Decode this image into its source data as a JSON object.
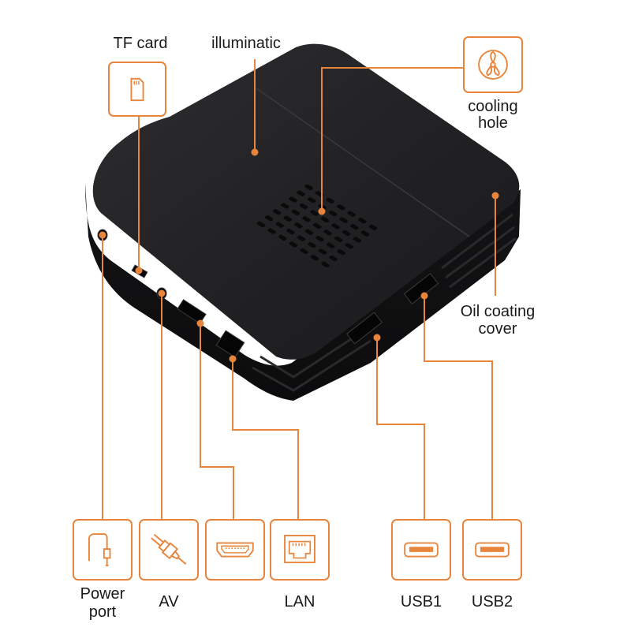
{
  "labels": {
    "tf_card": "TF card",
    "illuminatic": "illuminatic",
    "cooling_hole_1": "cooling",
    "cooling_hole_2": "hole",
    "oil_coating_1": "Oil coating",
    "oil_coating_2": "cover",
    "power_port_1": "Power",
    "power_port_2": "port",
    "av": "AV",
    "lan": "LAN",
    "usb1": "USB1",
    "usb2": "USB2"
  },
  "colors": {
    "accent": "#e8853c",
    "device": "#1c1c1e",
    "device_top": "#262628",
    "text": "#1a1a1a"
  },
  "icons": [
    "sd-card-icon",
    "fan-icon",
    "power-jack-icon",
    "av-plug-icon",
    "hdmi-port-icon",
    "ethernet-port-icon",
    "usb-port-icon"
  ]
}
